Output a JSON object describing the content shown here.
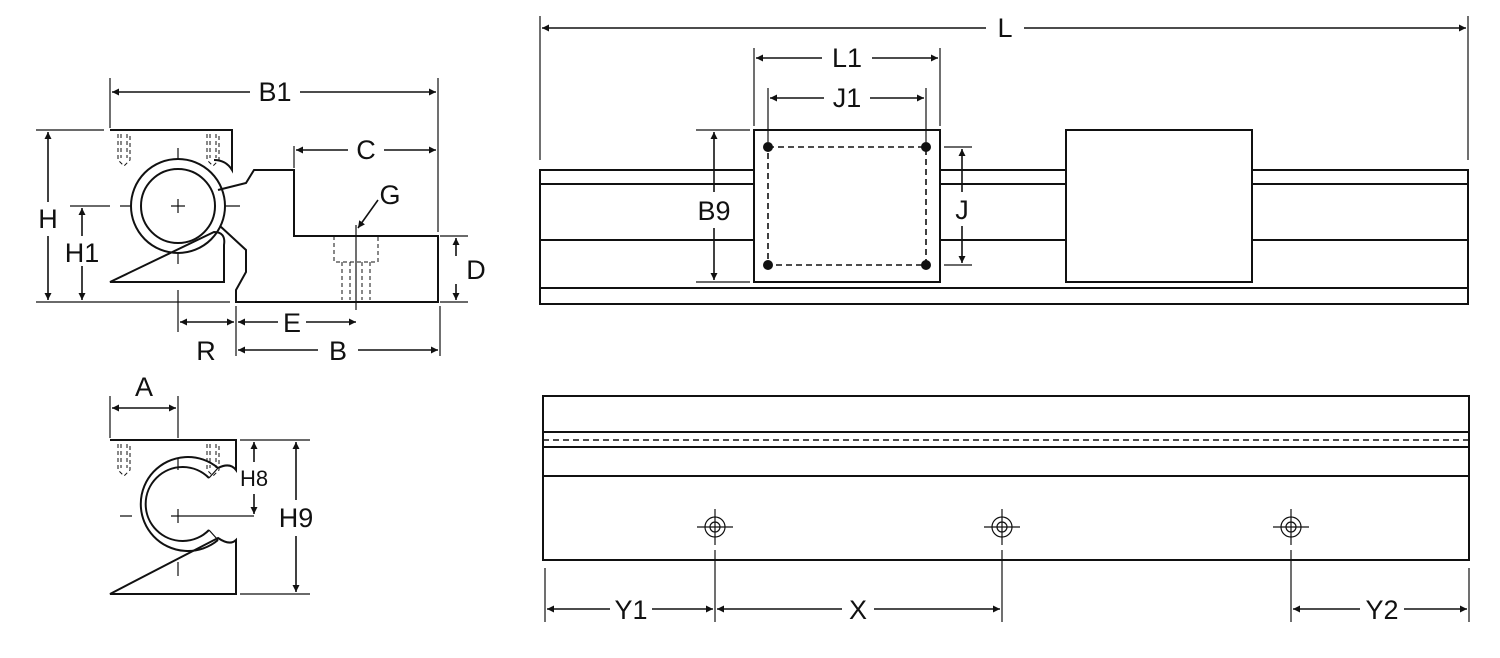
{
  "labels": {
    "B1": "B1",
    "C": "C",
    "G": "G",
    "H": "H",
    "H1": "H1",
    "D": "D",
    "E": "E",
    "R": "R",
    "B": "B",
    "A": "A",
    "H8": "H8",
    "H9": "H9",
    "L": "L",
    "L1": "L1",
    "J1": "J1",
    "B9": "B9",
    "J": "J",
    "Y1": "Y1",
    "X": "X",
    "Y2": "Y2"
  },
  "colors": {
    "ink": "#111111",
    "paper": "#ffffff"
  }
}
